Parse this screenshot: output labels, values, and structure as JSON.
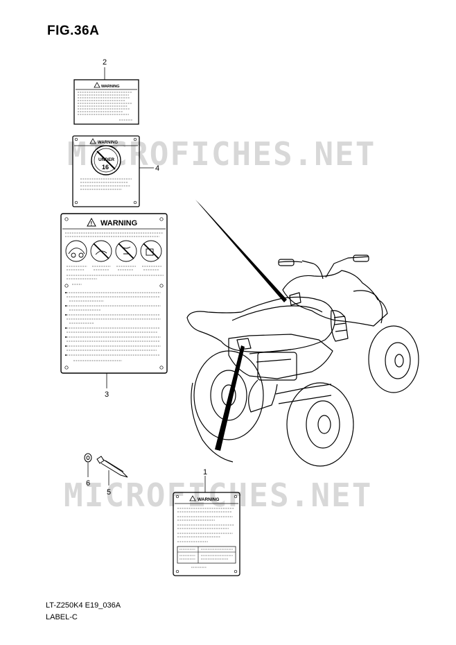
{
  "figure": {
    "title": "FIG.36A"
  },
  "footer": {
    "code": "LT-Z250K4 E19_036A",
    "label": "LABEL-C"
  },
  "watermark": {
    "text": "MICROFICHES.NET",
    "color": "#d8d8d8"
  },
  "labels": {
    "warning_word": "WARNING",
    "under_badge_word": "UNDER",
    "under_badge_age": "16"
  },
  "callouts": {
    "part1": "1",
    "part2": "2",
    "part3": "3",
    "part4": "4",
    "part5": "5",
    "part6": "6"
  },
  "icons": [
    "warning-triangle-icon",
    "no-under-16-icon",
    "pictogram-icons"
  ]
}
